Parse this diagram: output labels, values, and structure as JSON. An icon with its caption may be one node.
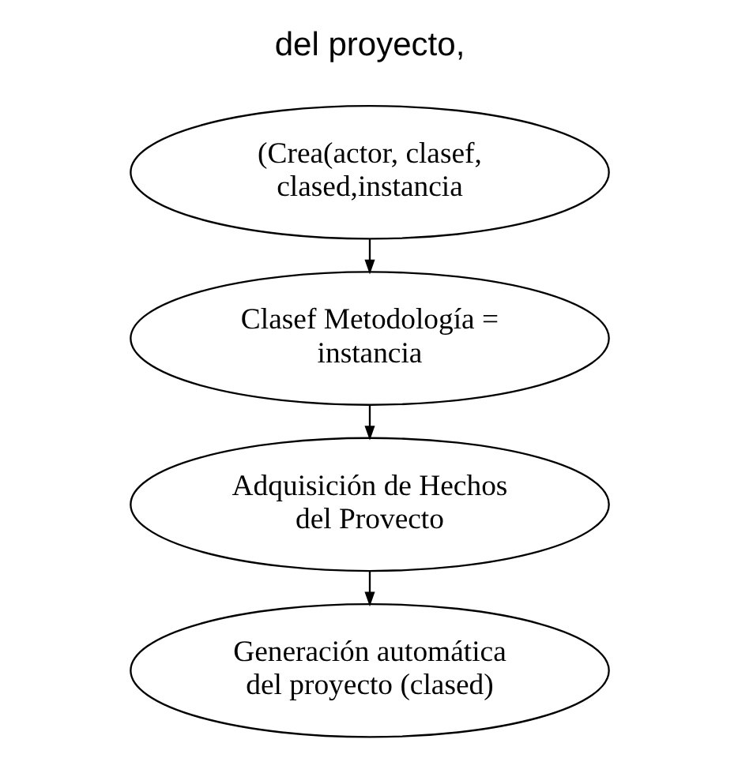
{
  "diagram": {
    "nodes": [
      {
        "text": [
          "(Crea(actor, clasef, clased,instancia"
        ]
      },
      {
        "text": [
          "Clasef Metodología = instancia"
        ]
      },
      {
        "text": [
          "Adquisición de Hechos del Provecto"
        ]
      },
      {
        "text": [
          "Generación automática del proyecto (clased)"
        ]
      }
    ],
    "edges": [
      {
        "from": 0,
        "to": 1,
        "arrow": "to"
      },
      {
        "from": 1,
        "to": 2,
        "arrow": "to"
      },
      {
        "from": 2,
        "to": 3,
        "arrow": "to"
      }
    ],
    "labels": [
      "del proyecto,"
    ]
  }
}
